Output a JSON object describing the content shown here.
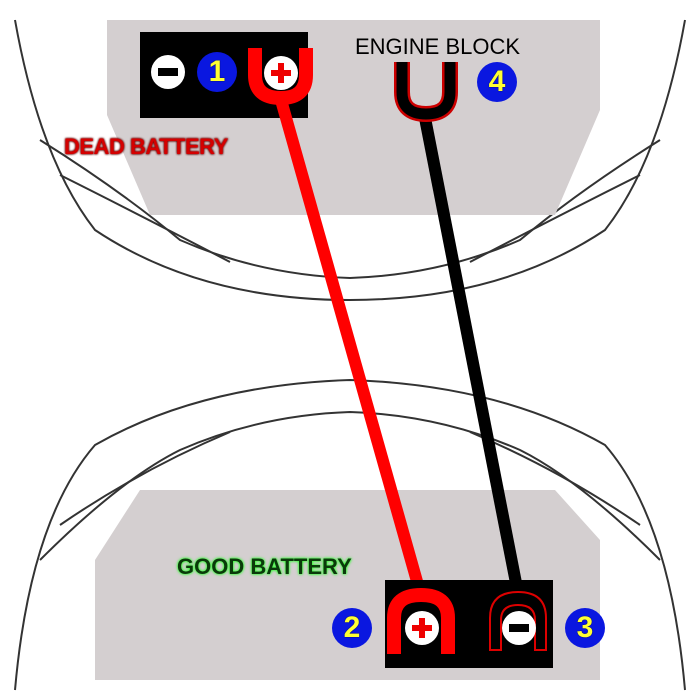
{
  "labels": {
    "dead_battery": "DEAD BATTERY",
    "good_battery": "GOOD BATTERY",
    "engine_block": "ENGINE BLOCK"
  },
  "steps": [
    "1",
    "2",
    "3",
    "4"
  ],
  "terminals": {
    "positive": "+",
    "negative": "-"
  },
  "colors": {
    "positive_cable": "#ff0000",
    "negative_cable": "#000000",
    "badge": "#0a17e0",
    "badge_text": "#ffff33",
    "hood": "#d4cfd0"
  }
}
